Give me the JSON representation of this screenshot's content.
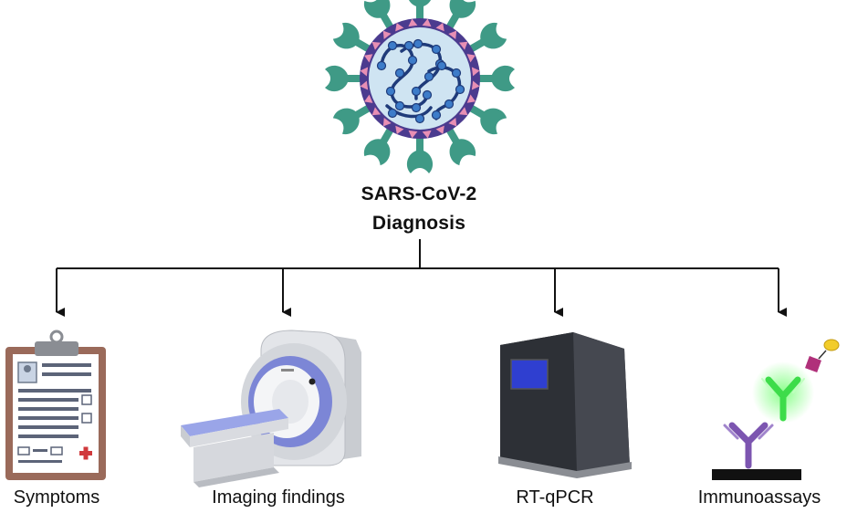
{
  "root": {
    "title_line1": "SARS-CoV-2",
    "title_line2": "Diagnosis",
    "icon": "virus-icon"
  },
  "branches": [
    {
      "label": "Symptoms",
      "icon": "clipboard-icon"
    },
    {
      "label": "Imaging findings",
      "icon": "mri-scanner-icon"
    },
    {
      "label": "RT-qPCR",
      "icon": "pcr-machine-icon"
    },
    {
      "label": "Immunoassays",
      "icon": "antibody-icon"
    }
  ],
  "colors": {
    "virus_spike": "#3f9a86",
    "virus_envelope": "#4b3b8f",
    "virus_core": "#cfe4f2",
    "rna": "#1f3b7a",
    "rna_bead": "#3d7cc9",
    "clipboard": "#9a6a5a",
    "screen": "#3344cc",
    "antibody_purple": "#7c55b0",
    "antibody_green": "#3ddc4a"
  }
}
